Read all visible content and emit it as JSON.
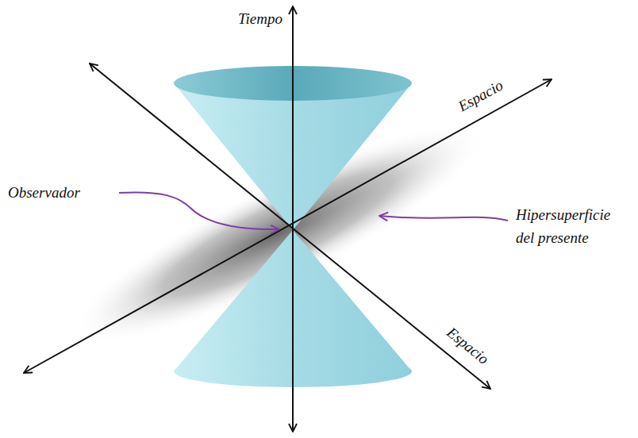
{
  "diagram": {
    "labels": [
      "Tiempo",
      "Espacio",
      "Observador",
      "Hipersuperficie del presente",
      "Espacio"
    ]
  }
}
